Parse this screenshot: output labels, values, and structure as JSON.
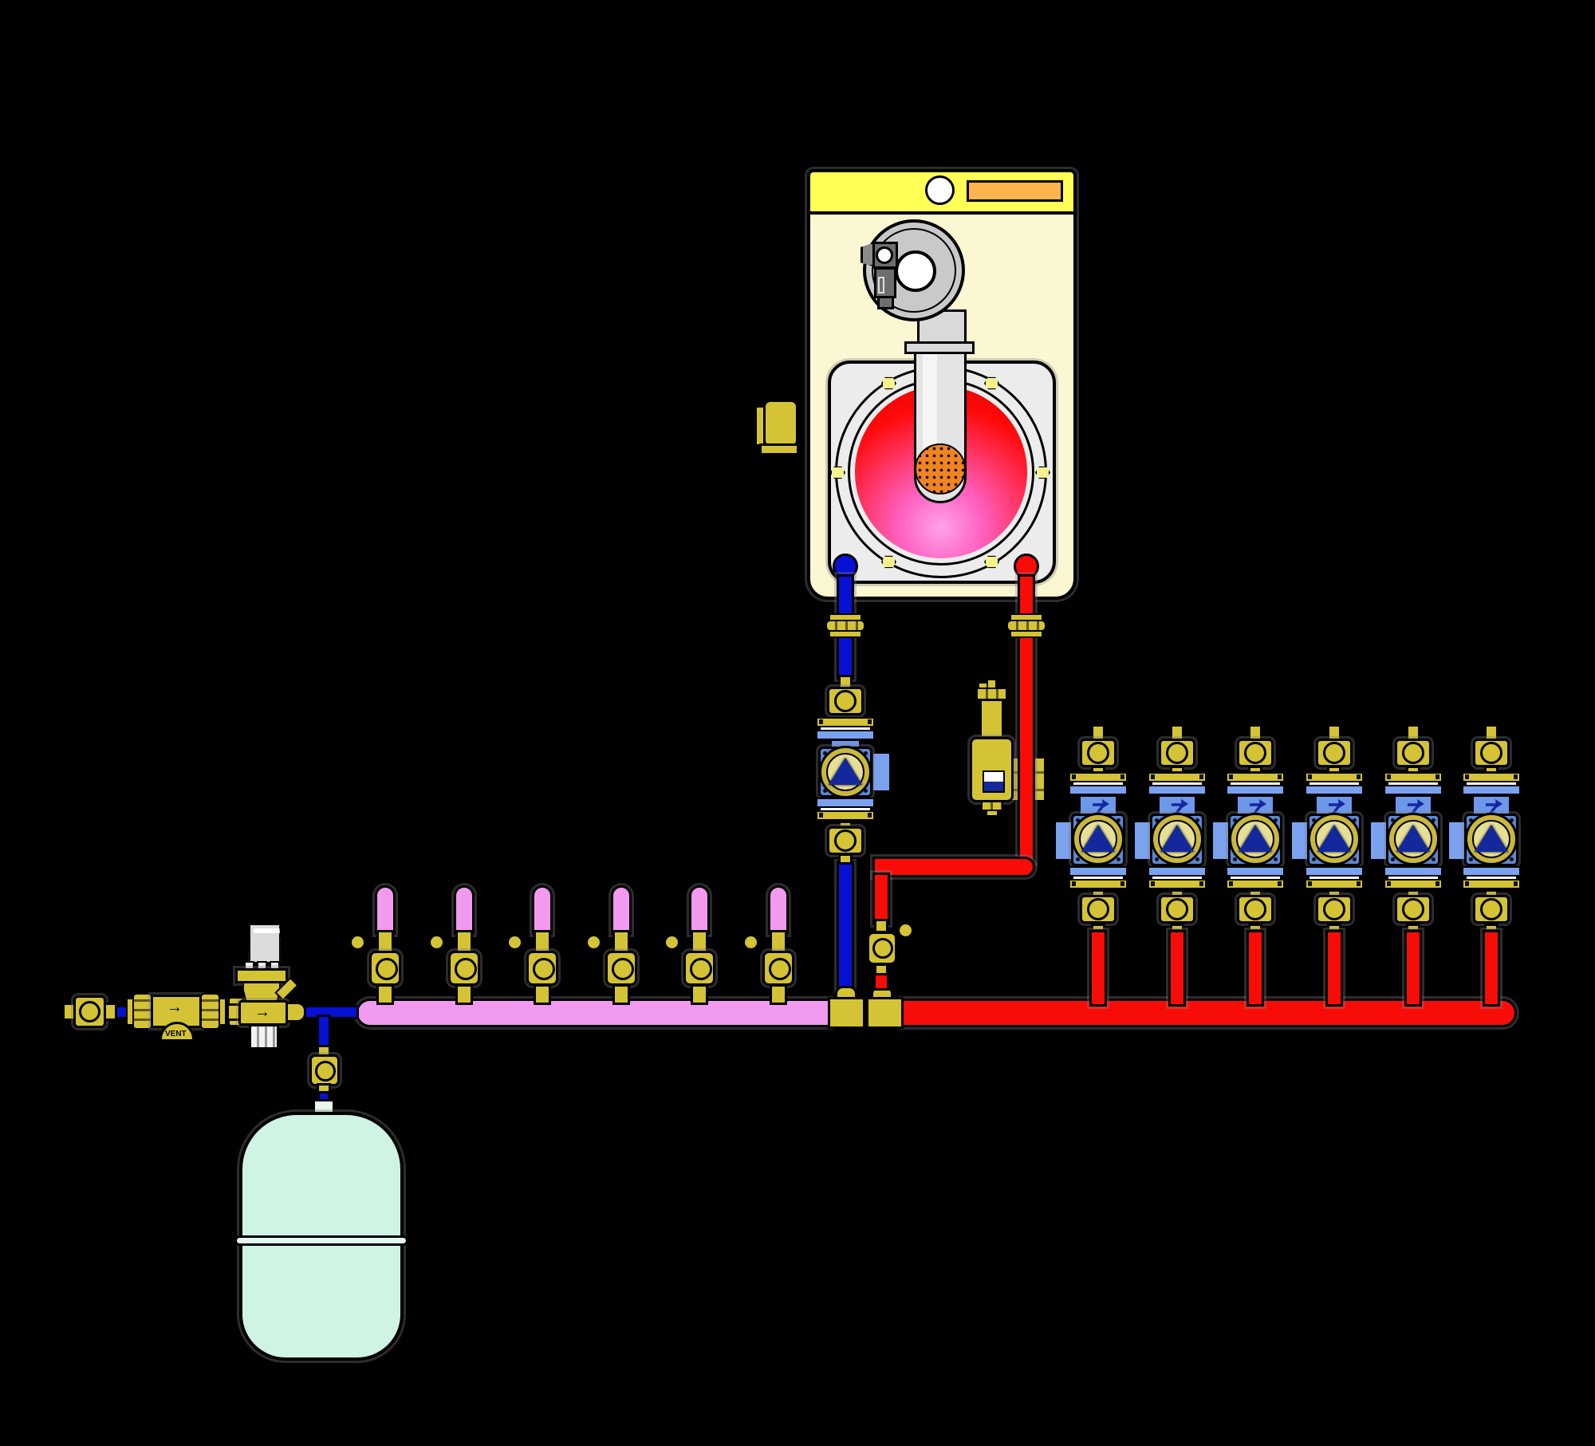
{
  "labels": {
    "vent": "VENT"
  },
  "colors": {
    "background": "#000000",
    "supply": "#F80C08",
    "return_cold": "#0711D4",
    "manifold_return": "#F29AF0",
    "brass": "#D4C335",
    "boiler_body": "#FBF7D2",
    "boiler_band": "#FFFF55",
    "boiler_display": "#FFB44E",
    "pump_body": "#5E86D6",
    "pump_flange": "#7BA2EF",
    "zone_valve_body": "#6D97E9",
    "pump_ring": "#C9B73F",
    "pump_face": "#E6DF96",
    "symbol_navy": "#14289E",
    "metal_gray": "#D9D9D9",
    "motor_gray": "#6E6E6E",
    "chamber_plate": "#ECECEC",
    "fire_red": "#FF0A0A",
    "fire_pink": "#FFA2EC",
    "flame_orange": "#F08322",
    "tank_mint": "#CFF4E4",
    "bolt_yellow": "#F6F28C"
  },
  "layout_data": {
    "left_branch_x": [
      483,
      582,
      680,
      779,
      877,
      976
    ],
    "right_branch_x": [
      1377,
      1476,
      1574,
      1673,
      1772,
      1870
    ]
  },
  "counts": {
    "return_valves": 6,
    "zone_pump_groups": 6
  }
}
